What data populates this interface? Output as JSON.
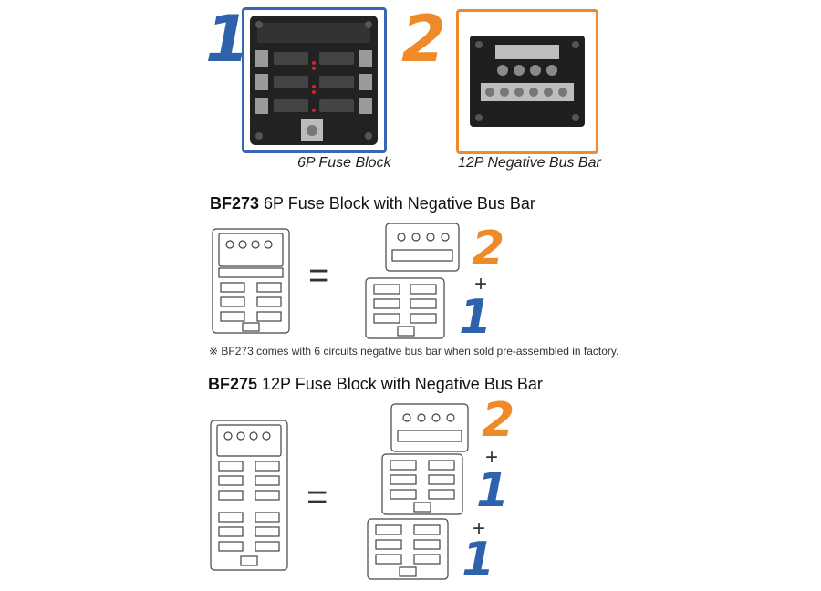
{
  "top": {
    "fuse_block": {
      "number": "1",
      "caption": "6P Fuse Block"
    },
    "bus_bar": {
      "number": "2",
      "caption": "12P Negative Bus Bar"
    }
  },
  "bf273": {
    "model": "BF273",
    "title": " 6P Fuse Block with Negative Bus Bar",
    "equals": "=",
    "parts": [
      "2",
      "+",
      "1"
    ],
    "note": "※ BF273 comes with 6 circuits negative bus bar when sold pre-assembled in factory."
  },
  "bf275": {
    "model": "BF275",
    "title": " 12P Fuse Block with Negative Bus Bar",
    "equals": "=",
    "parts": [
      "2",
      "+",
      "1",
      "+",
      "1"
    ]
  },
  "colors": {
    "blue": "#2e62ad",
    "orange": "#ef8a2a"
  }
}
